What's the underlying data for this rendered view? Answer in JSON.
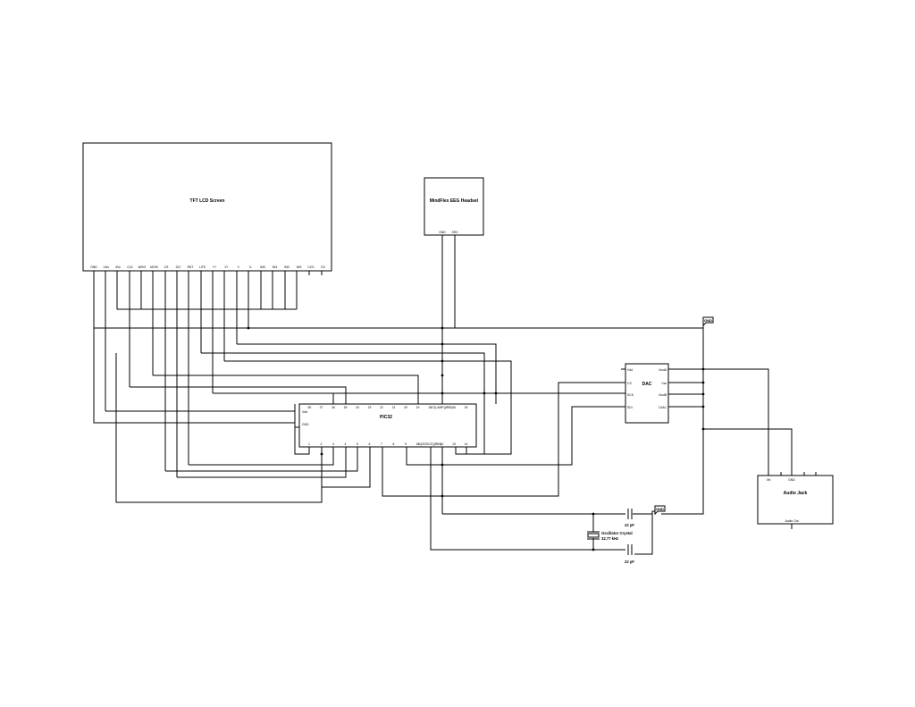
{
  "tft": {
    "title": "TFT LCD Screen",
    "pins": [
      "GND",
      "Vdd",
      "3Vo",
      "CLK",
      "MISO",
      "MOSI",
      "CS",
      "D/C",
      "RST",
      "LITE",
      "Y+",
      "X+",
      "Y-",
      "X-",
      "IM0",
      "IM1",
      "IM2",
      "IM3",
      "CCS",
      "CD"
    ]
  },
  "eeg": {
    "title": "MindFlex EEG Headset",
    "pins": [
      "GND",
      "SRX"
    ]
  },
  "pic": {
    "title": "PIC32",
    "top_pins": [
      "28",
      "27",
      "26",
      "25",
      "24",
      "23",
      "22",
      "21",
      "20",
      "19",
      "18",
      "17(LAMP)(RB9)",
      "16",
      "15"
    ],
    "bottom_pins": [
      "1",
      "2",
      "3",
      "4",
      "5",
      "6",
      "7",
      "8",
      "9",
      "10",
      "11(SOSCO)(RB4)",
      "12",
      "13",
      "14"
    ],
    "left_pins": [
      "Vdd",
      "GND"
    ]
  },
  "dac": {
    "title": "DAC",
    "left_pins": [
      "Vdd",
      "CS",
      "SCK",
      "SDI"
    ],
    "right_pins": [
      "VoutA",
      "Vss",
      "VoutB",
      "LDAC"
    ]
  },
  "audio": {
    "title": "Audio Jack",
    "pins": [
      "Vin",
      "GND"
    ],
    "output": "Audio Out"
  },
  "crystal": {
    "name": "Oscillator Crystal",
    "freq": "32.77 kHz"
  },
  "caps": {
    "c1": "22 pF",
    "c2": "22 pF"
  },
  "gnd": {
    "g1": "GND",
    "g2": "GND"
  }
}
